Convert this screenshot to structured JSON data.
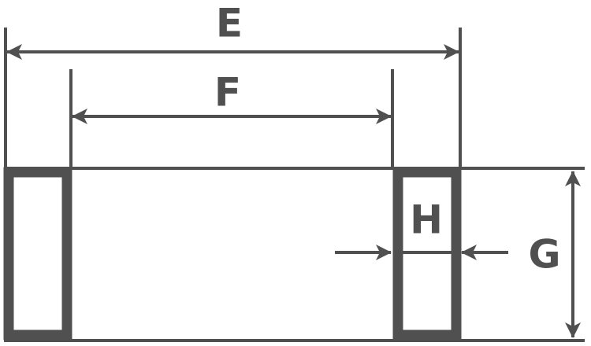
{
  "colors": {
    "stroke": "#505050",
    "background": "#ffffff"
  },
  "labels": {
    "outer_width": "E",
    "inner_width": "F",
    "height": "G",
    "wall_thickness": "H"
  }
}
